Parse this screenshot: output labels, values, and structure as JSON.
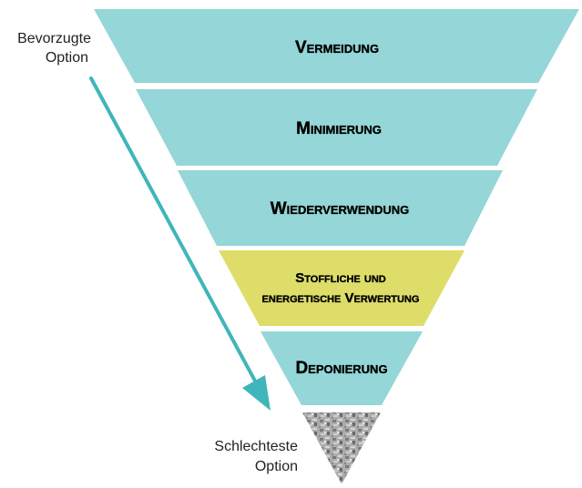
{
  "hierarchy": {
    "levels": [
      {
        "label": "Vermeidung",
        "color": "#95d6d8"
      },
      {
        "label": "Minimierung",
        "color": "#95d6d8"
      },
      {
        "label": "Wiederverwendung",
        "color": "#95d6d8"
      },
      {
        "label_line1": "Stoffliche und",
        "label_line2": "energetische Verwertung",
        "color": "#dedd6a"
      },
      {
        "label": "Deponierung",
        "color": "#95d6d8"
      }
    ],
    "bottom_tip": "landfill-photo"
  },
  "arrow": {
    "color": "#3fb6b9",
    "top_label_line1": "Bevorzugte",
    "top_label_line2": "Option",
    "bottom_label_line1": "Schlechteste",
    "bottom_label_line2": "Option"
  }
}
